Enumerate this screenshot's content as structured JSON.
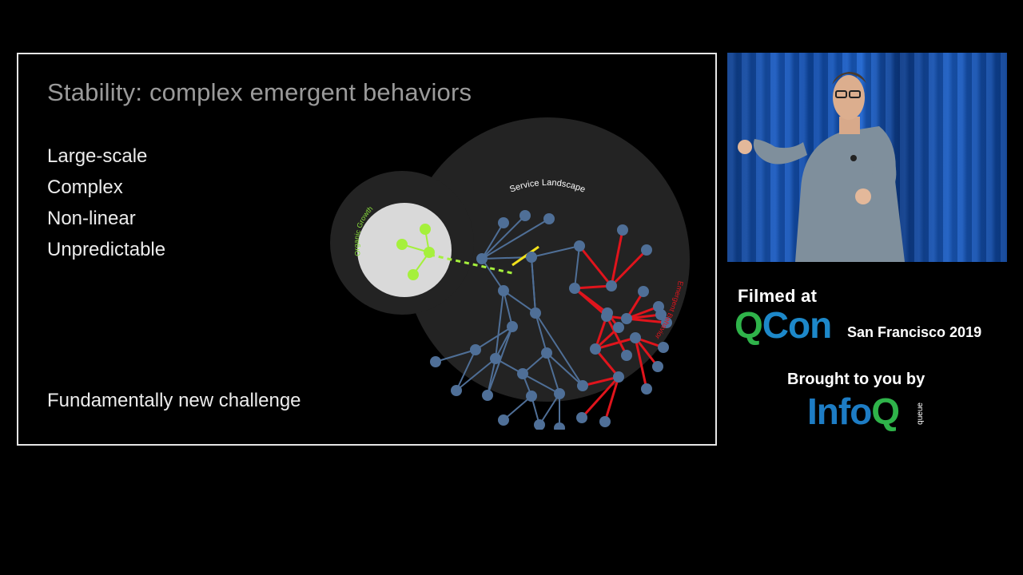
{
  "slide": {
    "title": "Stability: complex emergent behaviors",
    "bullets": [
      "Large-scale",
      "Complex",
      "Non-linear",
      "Unpredictable"
    ],
    "footer": "Fundamentally new challenge",
    "diagram": {
      "title": "Service Landscape",
      "left_label": "Organic Growth",
      "right_label": "Emergent Behavior",
      "colors": {
        "background": "#232323",
        "node": "#4f6f97",
        "edge": "#4f6f97",
        "emergent": "#e0141c",
        "growth": "#a5f03c",
        "growth_bubble": "#d9d9d9",
        "bridge": "#f2e21c",
        "organic_label": "#8be13c"
      }
    }
  },
  "video": {
    "description_icon": "speaker-video-icon",
    "colors": {
      "curtain": "#1a5bc2",
      "shirt": "#7f8f9c"
    }
  },
  "branding": {
    "filmed_at": "Filmed at",
    "qcon_q": "Q",
    "qcon_rest": "Con",
    "event_location": "San Francisco 2019",
    "brought_to_you_by": "Brought to you by",
    "infoq_info": "Info",
    "infoq_q": "Q",
    "infoq_queue": "queue",
    "colors": {
      "qcon_green": "#2fb34a",
      "qcon_blue": "#1d88c9",
      "infoq_blue": "#1d7cc4"
    }
  }
}
